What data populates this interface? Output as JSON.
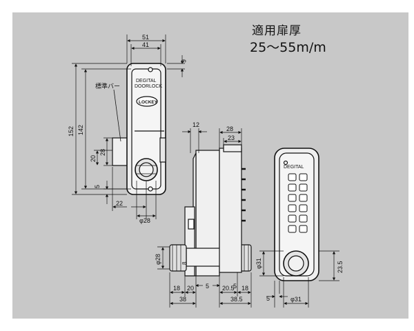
{
  "spec": {
    "title": "適用扉厚",
    "range": "25～55m/m"
  },
  "front": {
    "brand1": "DEGITAL",
    "brand2": "DOORLOCK",
    "logo": "LOCKEY",
    "std_bar": "標準バー",
    "dims": {
      "w51": "51",
      "w41": "41",
      "d6": "6",
      "h152": "152",
      "h142": "142",
      "h28": "28",
      "h20": "20",
      "h5": "5",
      "w22": "22",
      "phi28": "φ28"
    }
  },
  "side": {
    "dims": {
      "d12": "12",
      "d28": "28",
      "d23": "23",
      "phi28": "φ28",
      "d8": "8",
      "b18": "18",
      "b20": "20",
      "b5a": "5",
      "b5b": "5",
      "b20_5": "20.5",
      "b18b": "18",
      "b38": "38",
      "b38_5": "38.5"
    }
  },
  "keypad": {
    "brand": "DEGITAL",
    "dims": {
      "phi31": "φ31",
      "h23_5": "23.5",
      "d5": "5",
      "phi31b": "φ31"
    }
  },
  "colors": {
    "panel": "#c8c8c8",
    "body": "#efefef",
    "line": "#111111"
  }
}
